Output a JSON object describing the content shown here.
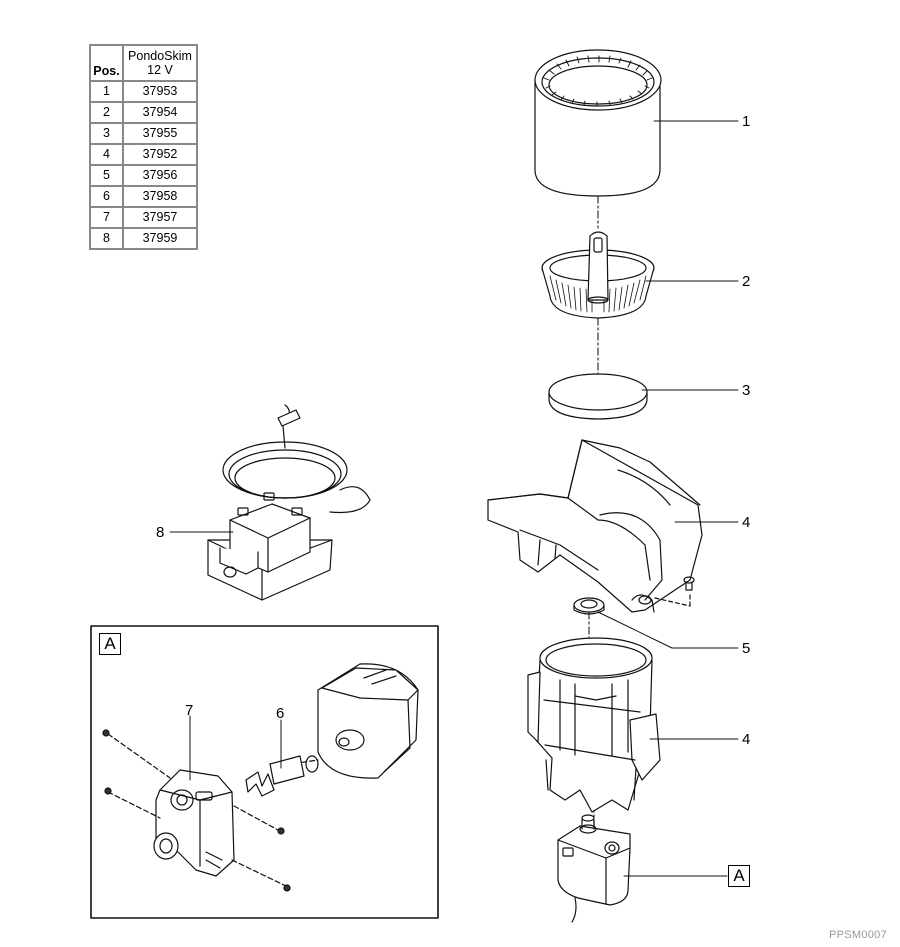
{
  "table": {
    "header_pos": "Pos.",
    "header_product_line1": "PondoSkim",
    "header_product_line2": "12 V",
    "rows": [
      {
        "pos": "1",
        "article": "37953"
      },
      {
        "pos": "2",
        "article": "37954"
      },
      {
        "pos": "3",
        "article": "37955"
      },
      {
        "pos": "4",
        "article": "37952"
      },
      {
        "pos": "5",
        "article": "37956"
      },
      {
        "pos": "6",
        "article": "37958"
      },
      {
        "pos": "7",
        "article": "37957"
      },
      {
        "pos": "8",
        "article": "37959"
      }
    ]
  },
  "callouts": {
    "c1": "1",
    "c2": "2",
    "c3": "3",
    "c4_upper": "4",
    "c5": "5",
    "c4_lower": "4",
    "c8": "8",
    "c7": "7",
    "c6": "6",
    "detail_ref": "A",
    "detail_box_label": "A"
  },
  "footer_code": "PPSM0007"
}
